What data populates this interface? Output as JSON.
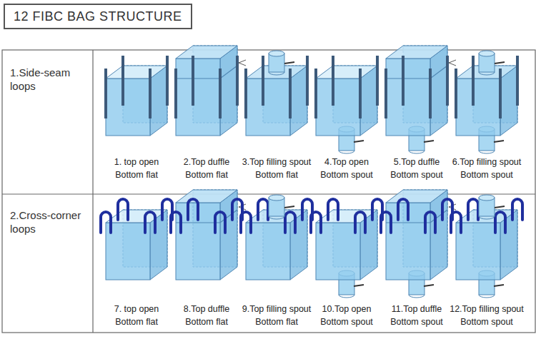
{
  "diagram": {
    "title": "12 FIBC BAG STRUCTURE",
    "labels": [
      "1.Side-seam loops",
      "1. top open Bottom flat",
      "2.Top duffle Bottom flat",
      "3.Top filling spout Bottom flat",
      "4.Top open Bottom spout",
      "5.Top duffle Bottom spout",
      "6.Top filling spout Bottom spout",
      "2.Cross-corner loops",
      "7. top open Bottom flat",
      "8.Top duffle Bottom flat",
      "9.Top filling spout Bottom flat",
      "10.Top open Bottom spout",
      "11.Top duffle Bottom spout",
      "12.Top filling spout Bottom spout"
    ]
  }
}
